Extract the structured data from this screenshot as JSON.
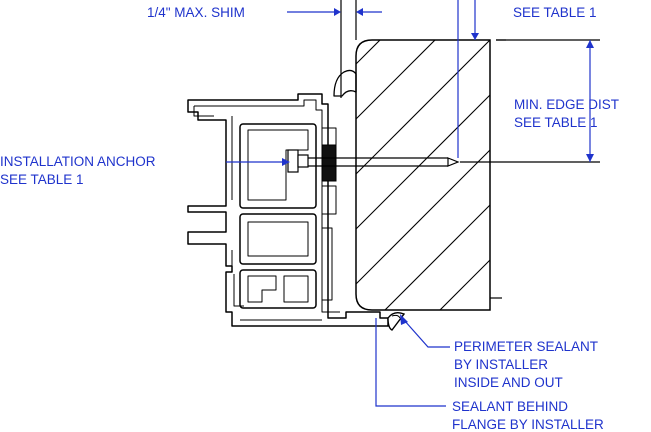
{
  "labels": {
    "max_shim": "1/4\"  MAX. SHIM",
    "see_table_top": "SEE TABLE 1",
    "min_edge_dist_1": "MIN. EDGE DIST",
    "min_edge_dist_2": "SEE TABLE 1",
    "anchor_1": "INSTALLATION ANCHOR",
    "anchor_2": "SEE TABLE 1",
    "perimeter_1": "PERIMETER SEALANT",
    "perimeter_2": "BY INSTALLER",
    "perimeter_3": "INSIDE AND OUT",
    "sealant_1": "SEALANT BEHIND",
    "sealant_2": "FLANGE BY INSTALLER"
  },
  "colors": {
    "line": "#000000",
    "leader": "#1f33cc",
    "text": "#1f33cc"
  }
}
